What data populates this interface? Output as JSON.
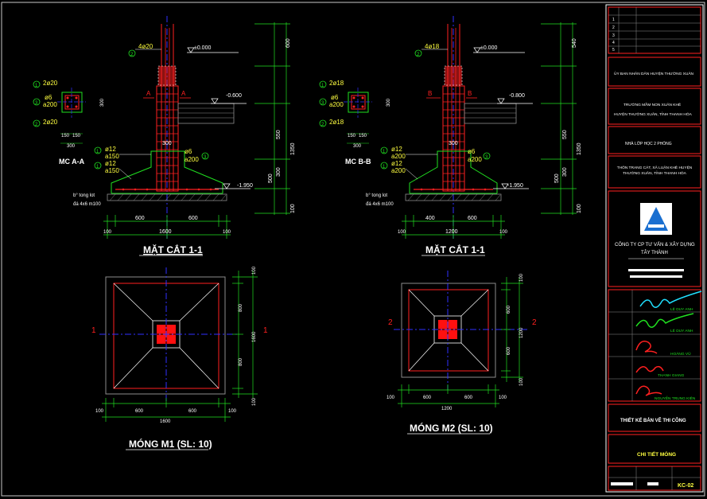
{
  "colors": {
    "background": "#000000",
    "red": "#ff2020",
    "green": "#20e020",
    "yellow": "#ffff40",
    "blue": "#3030ff",
    "white": "#ffffff",
    "cyan": "#40e0ff",
    "gray": "#8c8c8c"
  },
  "footing1": {
    "rebar_top": "4ø20",
    "level_top": "±0.000",
    "level_ground": "-0.600",
    "level_bottom": "-1.950",
    "section_mark": "A",
    "stirrup_a": "ø6",
    "stirrup_a2": "a200",
    "col_bar_a": "ø12",
    "col_bar_a_spacing": "a150",
    "col_bar_b": "ø12",
    "col_bar_b_spacing": "a150",
    "lean_concrete": "b° tong lot",
    "stone_layer": "đá 4x6 m100",
    "dim_600_left": "600",
    "dim_600_right": "600",
    "dim_total": "1600",
    "dim_100_a": "100",
    "dim_100_b": "100",
    "dim_300": "300",
    "title": "MẶT CẮT 1-1",
    "sec_a_bar1": "2ø20",
    "sec_a_tie": "ø6",
    "sec_a_tie_spacing": "a200",
    "sec_a_bar2": "2ø20",
    "sec_a_dim1": "150",
    "sec_a_dim2": "150",
    "sec_a_dim_total": "300",
    "sec_a_title": "MC A-A",
    "right_dims": [
      "600",
      "550",
      "1350",
      "300",
      "500",
      "100"
    ]
  },
  "footing2": {
    "rebar_top": "4ø18",
    "level_top": "±0.000",
    "level_ground": "-0.800",
    "level_bottom": "-1.950",
    "section_mark": "B",
    "stirrup_a": "ø6",
    "stirrup_a2": "a200",
    "col_bar_a": "ø12",
    "col_bar_a_spacing": "a200",
    "col_bar_b": "ø12",
    "col_bar_b_spacing": "a200",
    "lean_concrete": "b° tong lot",
    "stone_layer": "đá 4x6 m100",
    "dim_600_left": "400",
    "dim_600_right": "600",
    "dim_total": "1200",
    "dim_100_a": "100",
    "dim_100_b": "100",
    "dim_300": "300",
    "title": "MẶT CẮT 1-1",
    "sec_b_bar1": "2ø18",
    "sec_b_tie": "ø6",
    "sec_b_tie_spacing": "a200",
    "sec_b_bar2": "2ø18",
    "sec_b_dim1": "150",
    "sec_b_dim2": "150",
    "sec_b_dim_total": "300",
    "sec_b_title": "MC B-B",
    "right_dims": [
      "540",
      "550",
      "1350",
      "300",
      "500",
      "100"
    ]
  },
  "plan1": {
    "axis_label_left": "1",
    "axis_label_right": "1",
    "title": "MÓNG M1 (SL: 10)",
    "dim_bottom": [
      "100",
      "600",
      "600",
      "100"
    ],
    "dim_total": "1600",
    "dim_right": [
      "100",
      "800",
      "800",
      "100"
    ],
    "dim_right_total": "1600"
  },
  "plan2": {
    "axis_label_left": "2",
    "axis_label_right": "2",
    "title": "MÓNG M2 (SL: 10)",
    "dim_bottom": [
      "100",
      "600",
      "600",
      "100"
    ],
    "dim_total": "1200",
    "dim_right": [
      "100",
      "600",
      "600",
      "100"
    ],
    "dim_right_total": "1200"
  },
  "titleblock": {
    "revision_rows": [
      "1",
      "2",
      "3",
      "4",
      "5"
    ],
    "owner": "ỦY BAN NHÂN DÂN HUYỆN THƯỜNG XUÂN",
    "project_line1": "TRƯỜNG MẦM NON XUÂN KHÊ",
    "project_line2": "HUYỆN THƯỜNG XUÂN, TỈNH THANH HÓA",
    "item": "NHÀ LỚP HỌC 2 PHÒNG",
    "location": "THÔN TRANG CÁT, XÃ LUẬN KHÊ HUYỆN THƯỜNG XUÂN, TỈNH THANH HÓA",
    "company_line1": "CÔNG TY CP TƯ VẤN & XÂY DỰNG",
    "company_line2": "TÂY THÀNH",
    "person1": "LÊ DUY ANH",
    "person2": "LÊ DUY ANH",
    "person3": "HOÀNG VŨ",
    "person4": "THANH GIANG",
    "person5": "NGUYỄN TRUNG KIÊN",
    "stage": "THIẾT KẾ BẢN VẼ THI CÔNG",
    "drawing_title": "CHI TIẾT MÓNG",
    "drawing_no": "KC-02"
  }
}
